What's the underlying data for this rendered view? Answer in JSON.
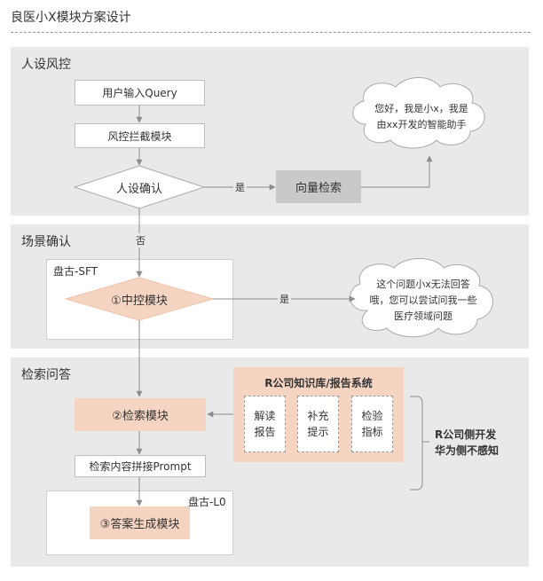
{
  "title": "良医小X模块方案设计",
  "sections": {
    "risk": {
      "title": "人设风控",
      "input_box": "用户输入Query",
      "intercept_box": "风控拦截模块",
      "confirm_decision": "人设确认",
      "yes_label": "是",
      "vector_box": "向量检索",
      "cloud_lines": [
        "您好，我是小x，我是",
        "由xx开发的智能助手"
      ]
    },
    "scene": {
      "title": "场景确认",
      "no_label": "否",
      "sft_label": "盘古-SFT",
      "control_decision": "①中控模块",
      "yes_label": "是",
      "cloud_lines": [
        "这个问题小x无法回答",
        "哦，您可以尝试问我一些",
        "医疗领域问题"
      ]
    },
    "qa": {
      "title": "检索问答",
      "retrieval_box": "②检索模块",
      "kb_title": "R公司知识库/报告系统",
      "kb_items": [
        {
          "line1": "解读",
          "line2": "报告"
        },
        {
          "line1": "补充",
          "line2": "提示"
        },
        {
          "line1": "检验",
          "line2": "指标"
        }
      ],
      "prompt_box": "检索内容拼接Prompt",
      "l0_label": "盘古-L0",
      "answer_box": "③答案生成模块",
      "note_lines": [
        "R公司侧开发",
        "华为侧不感知"
      ]
    }
  }
}
